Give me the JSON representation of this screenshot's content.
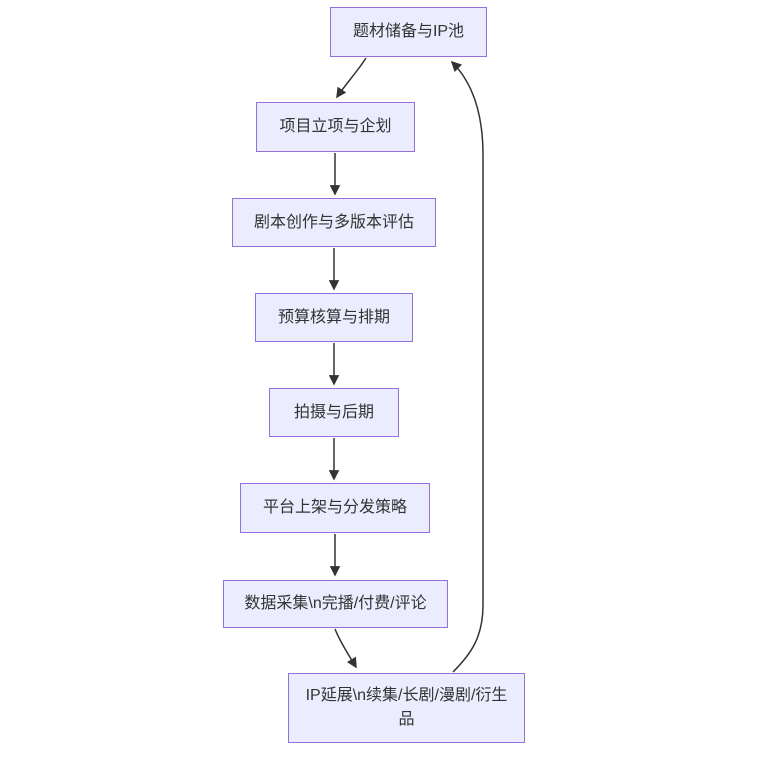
{
  "diagram": {
    "type": "flowchart",
    "direction": "top-down",
    "colors": {
      "node_fill": "#ECECFF",
      "node_border": "#9370DB",
      "edge": "#333333",
      "text": "#333333",
      "background": "#ffffff"
    },
    "nodes": [
      {
        "id": "ip-pool",
        "label": "题材储备与IP池"
      },
      {
        "id": "project-initiation",
        "label": "项目立项与企划"
      },
      {
        "id": "script-creation",
        "label": "剧本创作与多版本评估"
      },
      {
        "id": "budget-scheduling",
        "label": "预算核算与排期"
      },
      {
        "id": "shooting-post",
        "label": "拍摄与后期"
      },
      {
        "id": "platform-distribution",
        "label": "平台上架与分发策略"
      },
      {
        "id": "data-collection",
        "label": "数据采集\\n完播/付费/评论"
      },
      {
        "id": "ip-extension",
        "label": "IP延展\\n续集/长剧/漫剧/衍生品"
      }
    ],
    "edges": [
      {
        "from": "ip-pool",
        "to": "project-initiation"
      },
      {
        "from": "project-initiation",
        "to": "script-creation"
      },
      {
        "from": "script-creation",
        "to": "budget-scheduling"
      },
      {
        "from": "budget-scheduling",
        "to": "shooting-post"
      },
      {
        "from": "shooting-post",
        "to": "platform-distribution"
      },
      {
        "from": "platform-distribution",
        "to": "data-collection"
      },
      {
        "from": "data-collection",
        "to": "ip-extension"
      },
      {
        "from": "ip-extension",
        "to": "ip-pool"
      }
    ]
  }
}
